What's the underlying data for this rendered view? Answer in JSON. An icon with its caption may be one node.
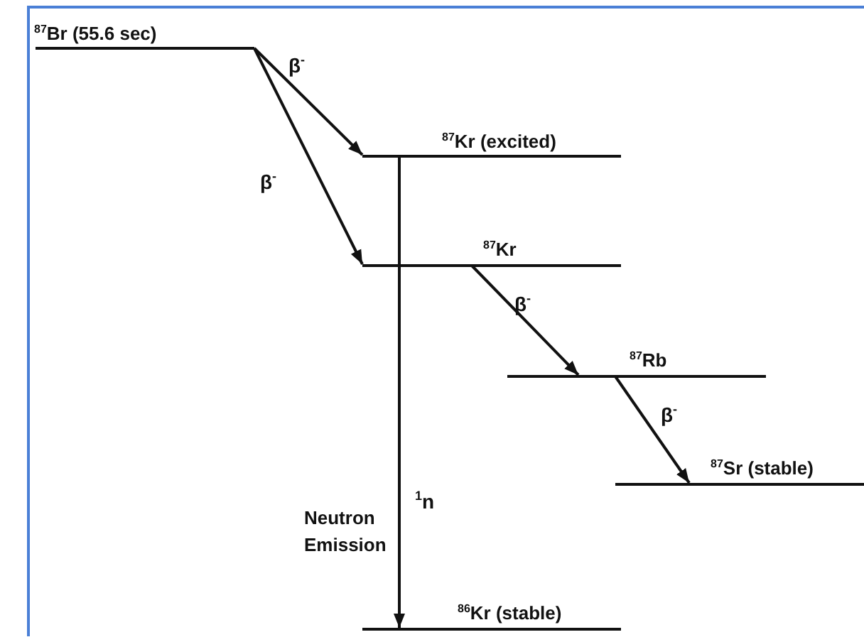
{
  "diagram": {
    "nodes": [
      {
        "text": [],
        "shape": "bar",
        "beside": [
          "$^{87}$Br (55.6 sec)"
        ]
      },
      {
        "text": [],
        "shape": "bar",
        "beside": [
          "$^{87}$Kr (excited)"
        ]
      },
      {
        "text": [],
        "shape": "bar",
        "beside": [
          "$^{87}$Kr"
        ]
      },
      {
        "text": [],
        "shape": "bar",
        "beside": [
          "$^{87}$Rb"
        ]
      },
      {
        "text": [],
        "shape": "bar",
        "beside": [
          "$^{87}$Sr (stable)"
        ]
      },
      {
        "text": [],
        "shape": "bar",
        "beside": [
          "$^{86}$Kr (stable)"
        ]
      }
    ],
    "edges": [
      {
        "from": 0,
        "to": 1,
        "arrow": "to",
        "label": "β$^{-}$"
      },
      {
        "from": 0,
        "to": 2,
        "arrow": "to",
        "label": "β$^{-}$"
      },
      {
        "from": 1,
        "to": 5,
        "arrow": "to",
        "label": "$^{1}$n"
      },
      {
        "from": 2,
        "to": 3,
        "arrow": "to",
        "label": "β$^{-}$"
      },
      {
        "from": 3,
        "to": 4,
        "arrow": "to",
        "label": "β$^{-}$"
      }
    ],
    "labels": [
      "Neutron Emission"
    ]
  }
}
